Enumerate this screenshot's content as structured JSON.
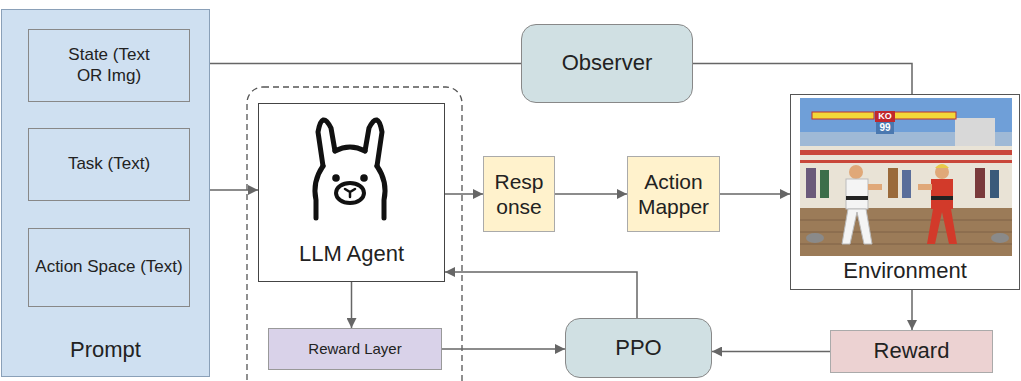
{
  "diagram": {
    "nodes": [
      {
        "text": [
          "Prompt"
        ]
      },
      {
        "text": [
          "State (Text OR Img)"
        ],
        "in": 0
      },
      {
        "text": [
          "Task (Text)"
        ],
        "in": 0
      },
      {
        "text": [
          "Action Space (Text)"
        ],
        "in": 0
      },
      {
        "text": [
          "Observer"
        ]
      },
      {
        "text": [
          "LLM Agent"
        ]
      },
      {
        "text": [
          "Resp onse"
        ]
      },
      {
        "text": [
          "Action Mapper"
        ]
      },
      {
        "text": [
          "Environment"
        ]
      },
      {
        "text": [
          "Reward Layer"
        ]
      },
      {
        "text": [
          "PPO"
        ]
      },
      {
        "text": [
          "Reward"
        ]
      }
    ],
    "edges": [
      {
        "from": 8,
        "to": 4,
        "arrow": "none"
      },
      {
        "from": 4,
        "to": 1,
        "arrow": "to"
      },
      {
        "from": 0,
        "to": 5,
        "arrow": "to"
      },
      {
        "from": 5,
        "to": 6,
        "arrow": "to"
      },
      {
        "from": 6,
        "to": 7,
        "arrow": "to"
      },
      {
        "from": 7,
        "to": 8,
        "arrow": "to"
      },
      {
        "from": 5,
        "to": 9,
        "arrow": "to"
      },
      {
        "from": 9,
        "to": 10,
        "arrow": "to"
      },
      {
        "from": 8,
        "to": 11,
        "arrow": "to"
      },
      {
        "from": 11,
        "to": 10,
        "arrow": "to"
      },
      {
        "from": 10,
        "to": 5,
        "arrow": "to"
      }
    ],
    "labels": [
      "KO",
      "99"
    ]
  }
}
